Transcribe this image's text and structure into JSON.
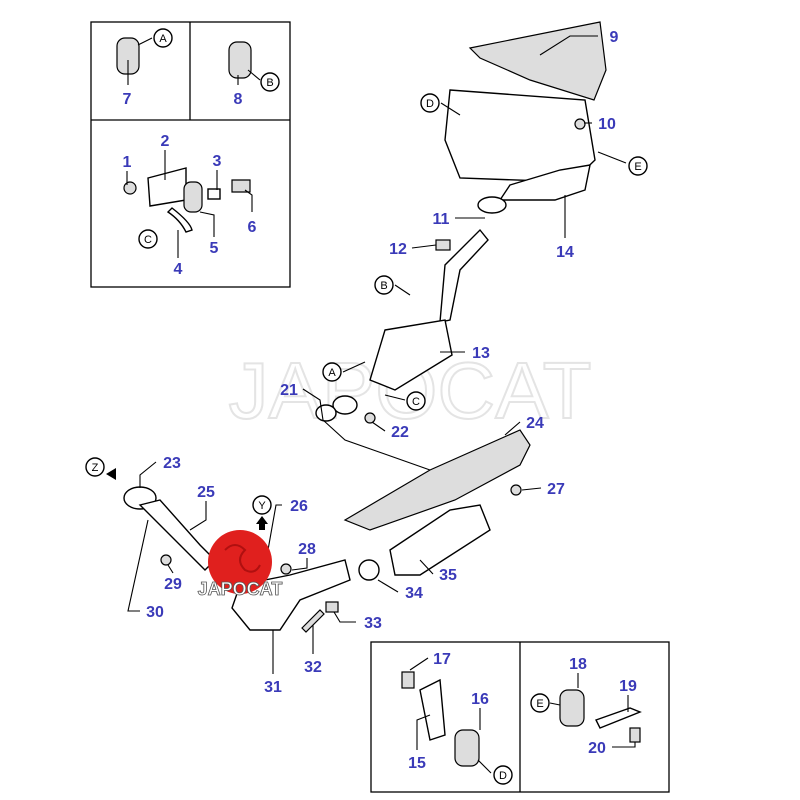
{
  "watermark": "JAPOCAT",
  "logo": {
    "text": "JAPOCAT",
    "color": "#e0201e"
  },
  "label_color": "#3a3ab8",
  "callouts": {
    "p1": "1",
    "p2": "2",
    "p3": "3",
    "p4": "4",
    "p5": "5",
    "p6": "6",
    "p7": "7",
    "p8": "8",
    "p9": "9",
    "p10": "10",
    "p11": "11",
    "p12": "12",
    "p13": "13",
    "p14": "14",
    "p15": "15",
    "p16": "16",
    "p17": "17",
    "p18": "18",
    "p19": "19",
    "p20": "20",
    "p21": "21",
    "p22": "22",
    "p23": "23",
    "p24": "24",
    "p25": "25",
    "p26": "26",
    "p27": "27",
    "p28": "28",
    "p29": "29",
    "p30": "30",
    "p31": "31",
    "p32": "32",
    "p33": "33",
    "p34": "34",
    "p35": "35"
  },
  "refs": {
    "A": "A",
    "B": "B",
    "C": "C",
    "D": "D",
    "E": "E",
    "Y": "Y",
    "Z": "Z"
  }
}
